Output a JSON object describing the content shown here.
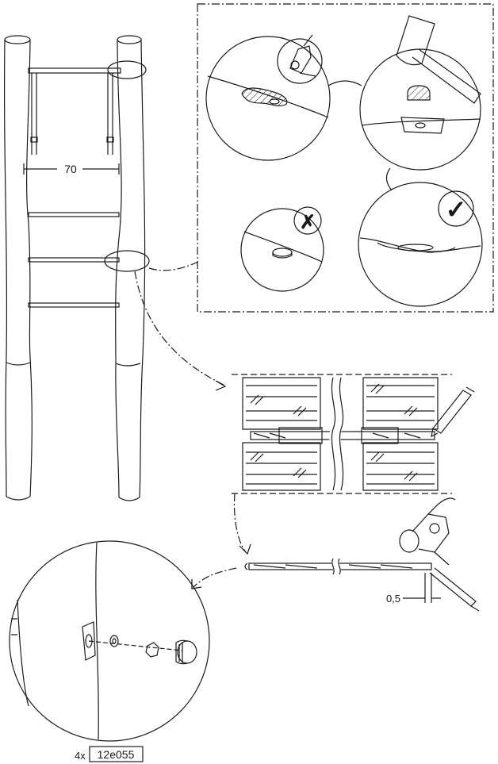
{
  "dimensions": {
    "rail_spacing": "70",
    "trim_offset": "0,5"
  },
  "part": {
    "quantity": "4x",
    "code": "12e055"
  },
  "marks": {
    "wrong": "✗",
    "right": "✓"
  },
  "colors": {
    "line": "#1a1a1a",
    "background": "#ffffff"
  },
  "icons": [
    "hammer-icon",
    "drill-icon",
    "pencil-icon",
    "angle-grinder-icon",
    "cross-mark-icon",
    "check-mark-icon"
  ]
}
